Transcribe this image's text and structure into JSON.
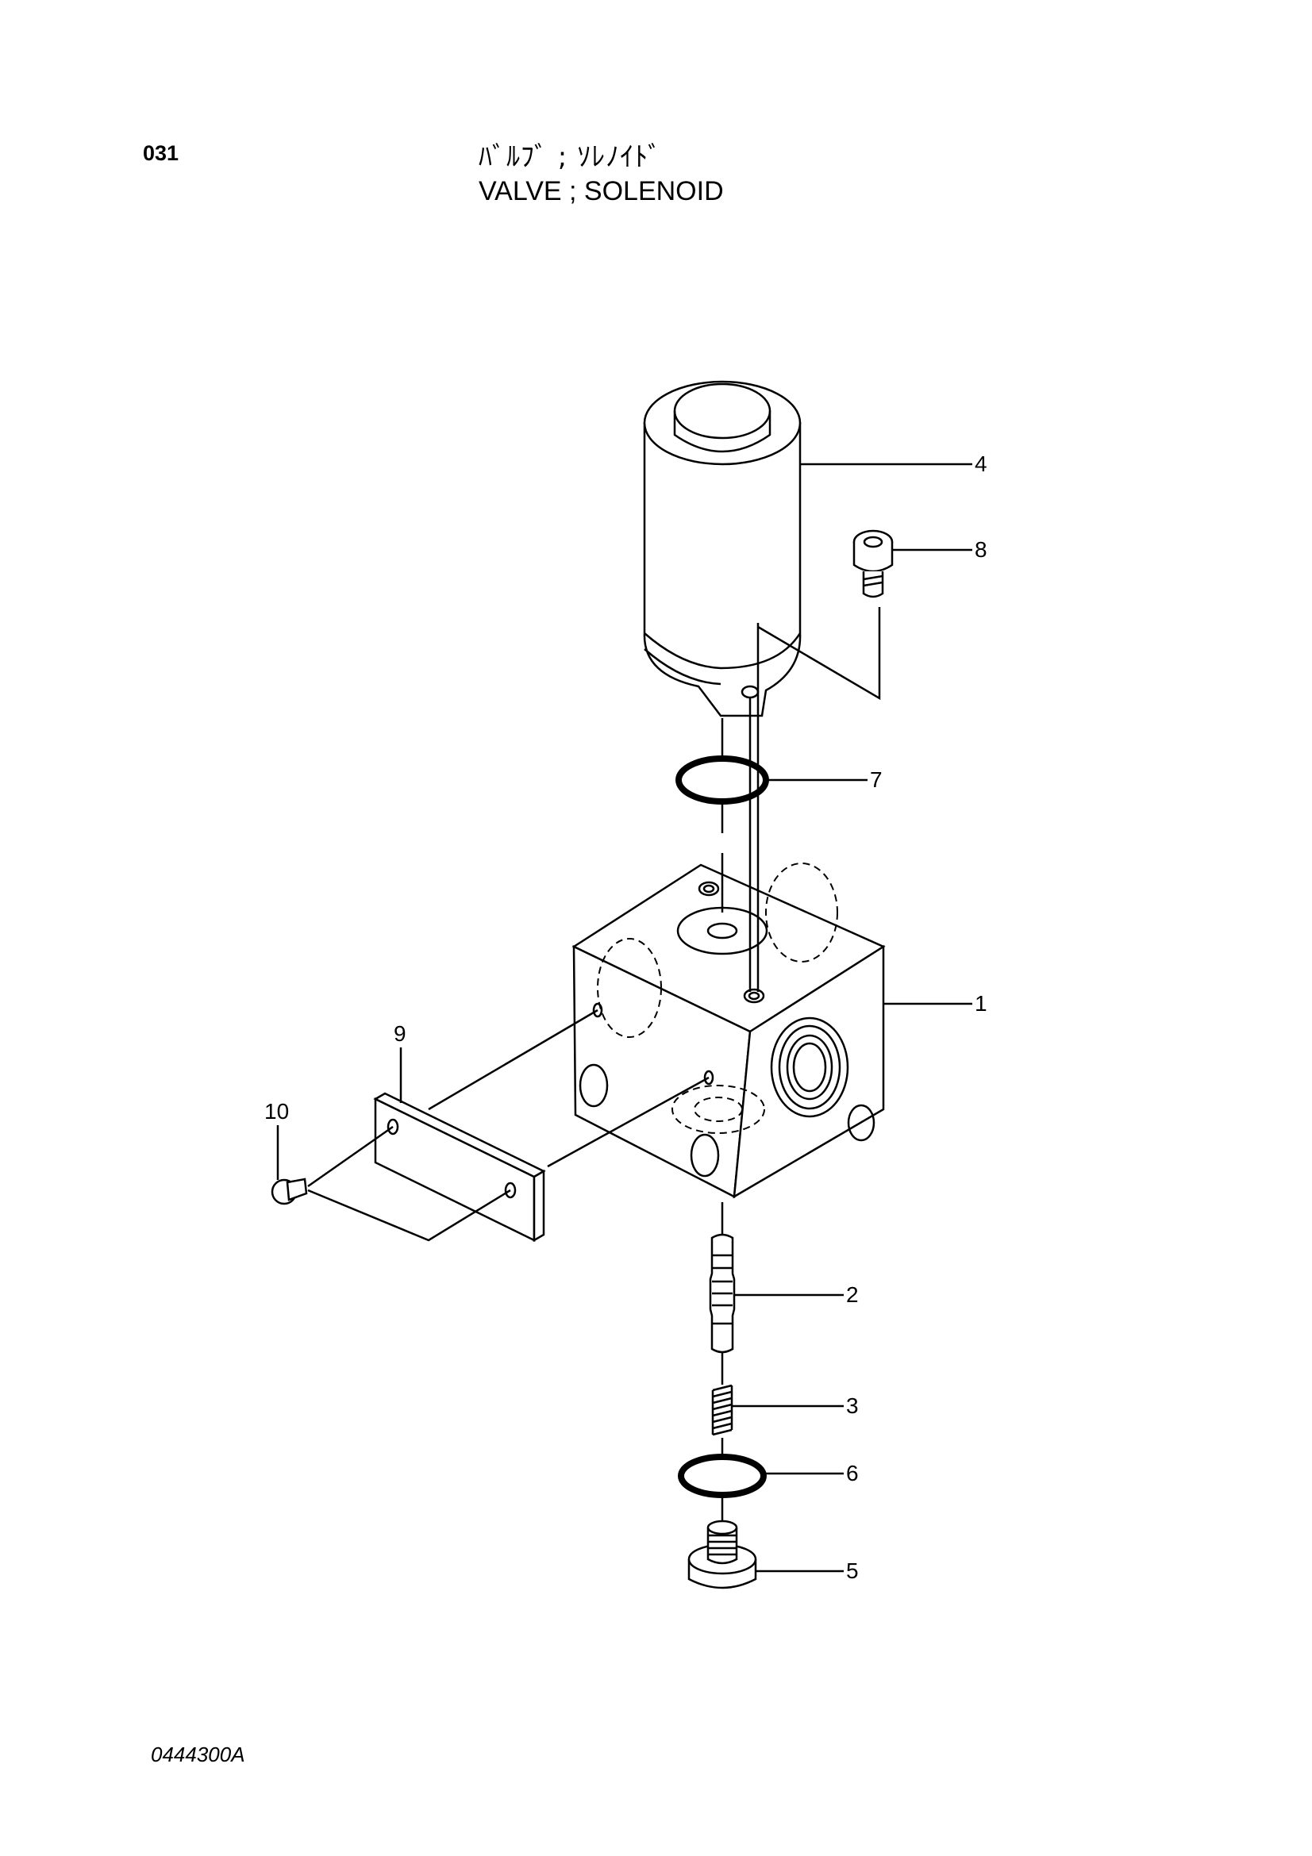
{
  "header": {
    "page_number": "031",
    "title_jp": "ﾊﾞﾙﾌﾞ ; ｿﾚﾉｲﾄﾞ",
    "title_en": "VALVE ; SOLENOID"
  },
  "footer": {
    "drawing_code": "0444300A"
  },
  "callouts": [
    {
      "id": "1",
      "label": "1"
    },
    {
      "id": "2",
      "label": "2"
    },
    {
      "id": "3",
      "label": "3"
    },
    {
      "id": "4",
      "label": "4"
    },
    {
      "id": "5",
      "label": "5"
    },
    {
      "id": "6",
      "label": "6"
    },
    {
      "id": "7",
      "label": "7"
    },
    {
      "id": "8",
      "label": "8"
    },
    {
      "id": "9",
      "label": "9"
    },
    {
      "id": "10",
      "label": "10"
    }
  ]
}
